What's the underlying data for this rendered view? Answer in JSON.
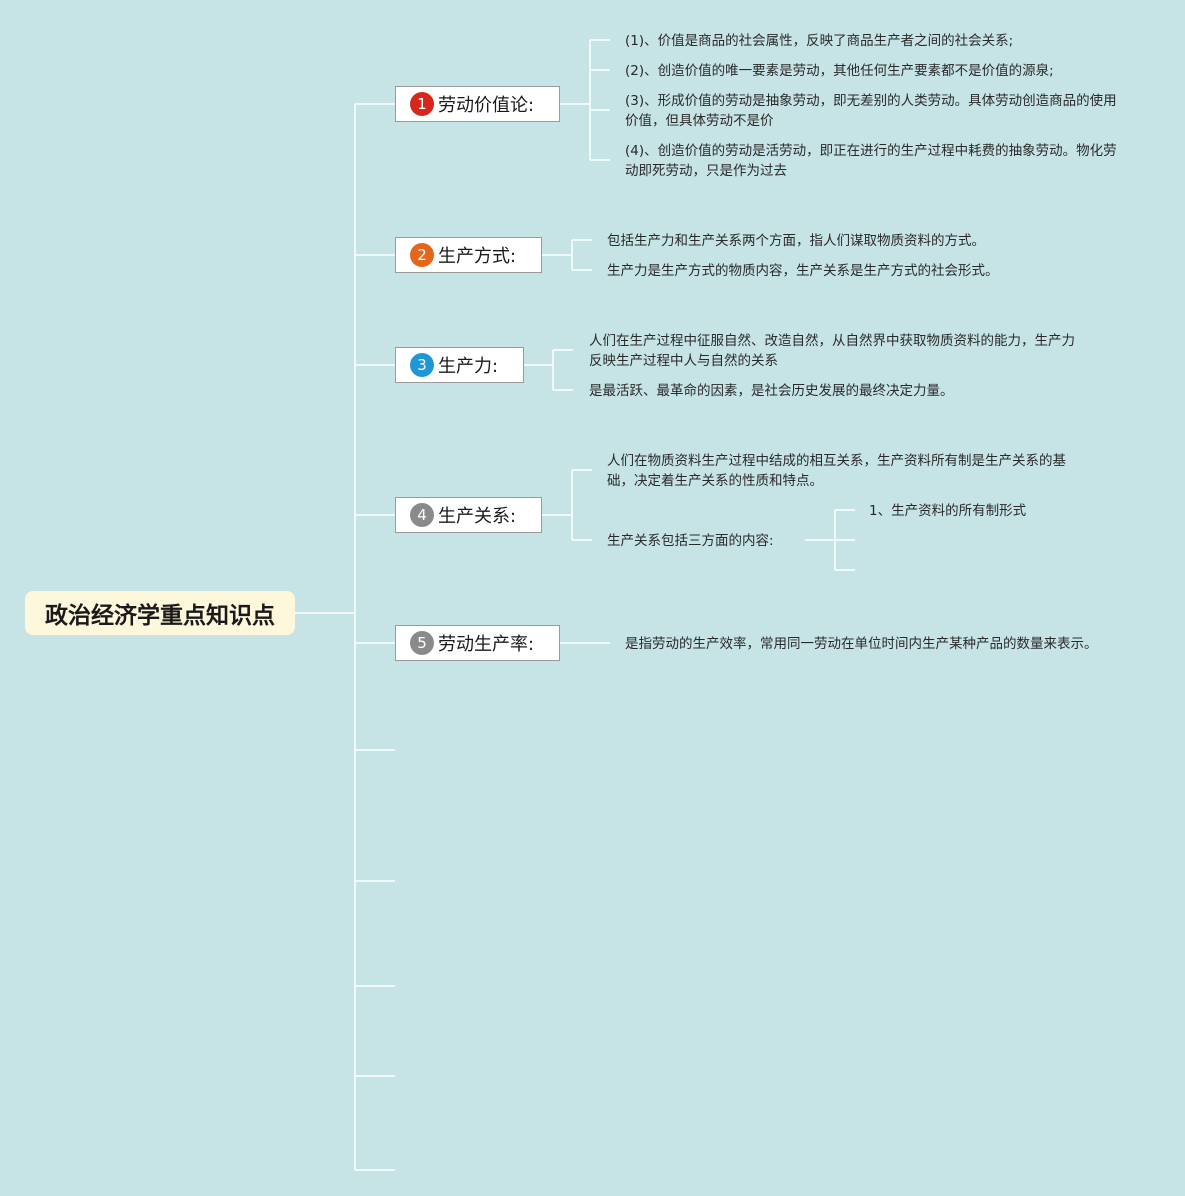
{
  "root": {
    "label": "政治经济学重点知识点"
  },
  "colors": {
    "badge1": "#d7261c",
    "badge2": "#e3661c",
    "badge3": "#1f96d8",
    "badge4": "#8a8a8a",
    "badge5": "#8a8a8a",
    "line": "#ffffff",
    "background": "#c6e3e6"
  },
  "branches": [
    {
      "number": "1",
      "label": "劳动价值论:",
      "points": [
        "(1)、价值是商品的社会属性，反映了商品生产者之间的社会关系;",
        "(2)、创造价值的唯一要素是劳动，其他任何生产要素都不是价值的源泉;",
        "(3)、形成价值的劳动是抽象劳动，即无差别的人类劳动。具体劳动创造商品的使用价值，但具体劳动不是价",
        "(4)、创造价值的劳动是活劳动，即正在进行的生产过程中耗费的抽象劳动。物化劳动即死劳动，只是作为过去"
      ]
    },
    {
      "number": "2",
      "label": "生产方式:",
      "points": [
        "包括生产力和生产关系两个方面，指人们谋取物质资料的方式。",
        "生产力是生产方式的物质内容，生产关系是生产方式的社会形式。"
      ]
    },
    {
      "number": "3",
      "label": "生产力:",
      "points": [
        "人们在生产过程中征服自然、改造自然，从自然界中获取物质资料的能力，生产力反映生产过程中人与自然的关系",
        "是最活跃、最革命的因素，是社会历史发展的最终决定力量。"
      ]
    },
    {
      "number": "4",
      "label": "生产关系:",
      "points": [
        "人们在物质资料生产过程中结成的相互关系，生产资料所有制是生产关系的基础，决定着生产关系的性质和特点。",
        "生产关系包括三方面的内容:"
      ],
      "sub_points": [
        "1、生产资料的所有制形式"
      ]
    },
    {
      "number": "5",
      "label": "劳动生产率:",
      "points": [
        "是指劳动的生产效率，常用同一劳动在单位时间内生产某种产品的数量来表示。"
      ]
    }
  ]
}
